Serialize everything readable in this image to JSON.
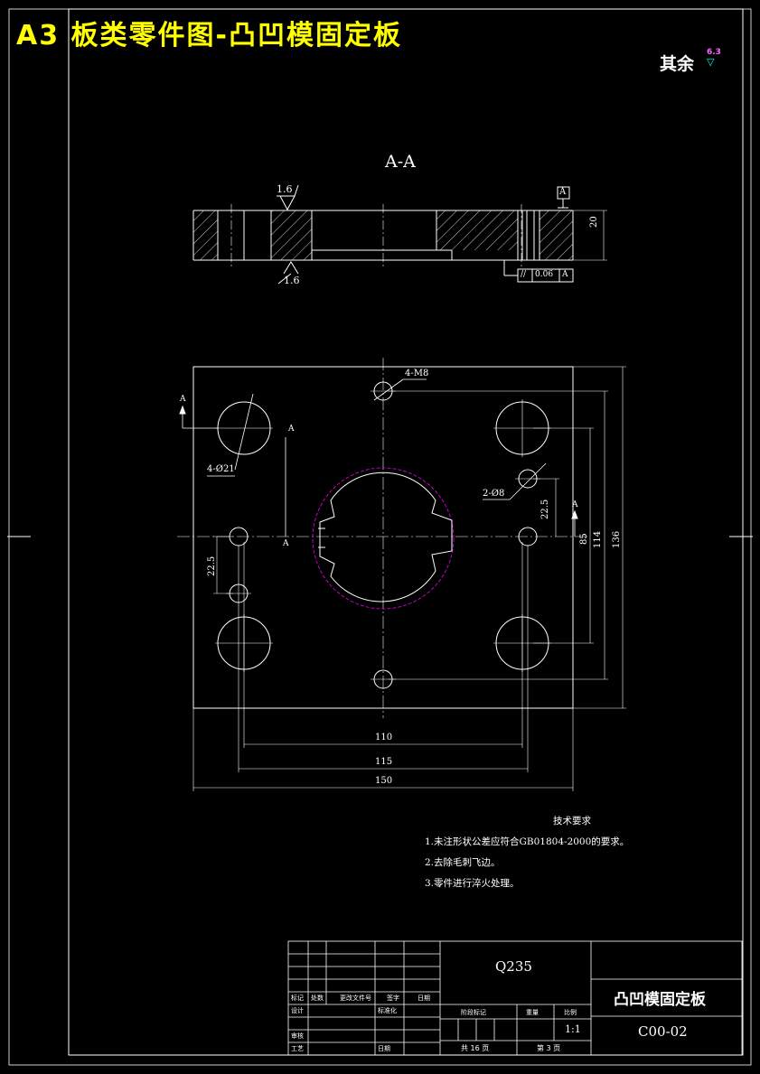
{
  "header": {
    "title": "A3 板类零件图-凸凹模固定板"
  },
  "roughness_note": {
    "label": "其余",
    "value": "6.3"
  },
  "section_view": {
    "label": "A-A",
    "roughness_top": "1.6",
    "roughness_bottom": "1.6",
    "datum": "A",
    "thickness": "20",
    "tolerance_symbol": "//",
    "tolerance_value": "0.06",
    "tolerance_datum": "A"
  },
  "plan_view": {
    "cut_mark": "A",
    "callout_m8": "4-M8",
    "callout_d21": "4-Ø21",
    "callout_d8": "2-Ø8",
    "dim_22_5_right": "22.5",
    "dim_22_5_left": "22.5",
    "dim_85": "85",
    "dim_114": "114",
    "dim_136": "136",
    "dim_110": "110",
    "dim_115": "115",
    "dim_150": "150"
  },
  "tech_requirements": {
    "title": "技术要求",
    "items": [
      "1.未注形状公差应符合GB01804-2000的要求。",
      "2.去除毛刺飞边。",
      "3.零件进行淬火处理。"
    ]
  },
  "title_block": {
    "material": "Q235",
    "part_name": "凸凹模固定板",
    "drawing_no": "C00-02",
    "scale": "1:1",
    "headers": [
      "标记",
      "处数",
      "更改文件号",
      "签字",
      "日期"
    ],
    "design": "设计",
    "standard": "标准化",
    "check": "审核",
    "process": "工艺",
    "date": "日期",
    "stage_mark": "阶段标记",
    "weight": "重量",
    "scale_label": "比例",
    "total": "共 16 页",
    "sheet": "第 3 页"
  }
}
